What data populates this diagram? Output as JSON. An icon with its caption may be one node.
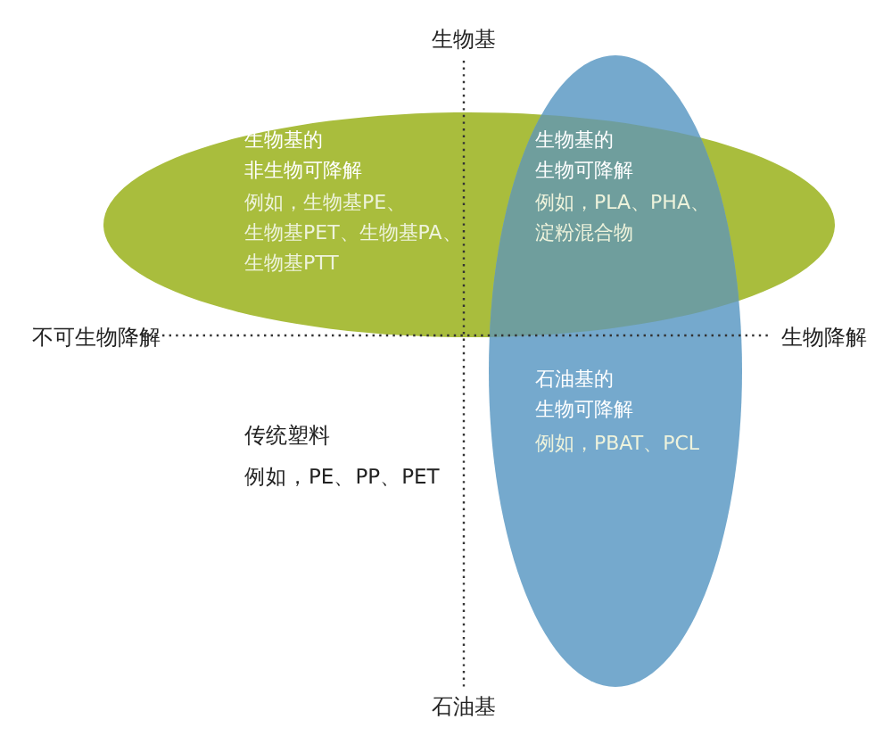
{
  "diagram": {
    "nodes": [
      {
        "text": [
          "生物基的非生物可降解",
          "例如，生物基PE、生物基PET、生物基PA、生物基PTT"
        ]
      },
      {
        "text": [
          "生物基的生物可降解",
          "例如，PLA、PHA、淀粉混合物"
        ]
      },
      {
        "text": [
          "石油基的生物可降解",
          "例如，PBAT、PCL"
        ]
      }
    ],
    "labels": [
      "生物基",
      "不可生物降解",
      "生物降解",
      "传统塑料",
      "例如，PE、PP、PET",
      "石油基"
    ]
  }
}
